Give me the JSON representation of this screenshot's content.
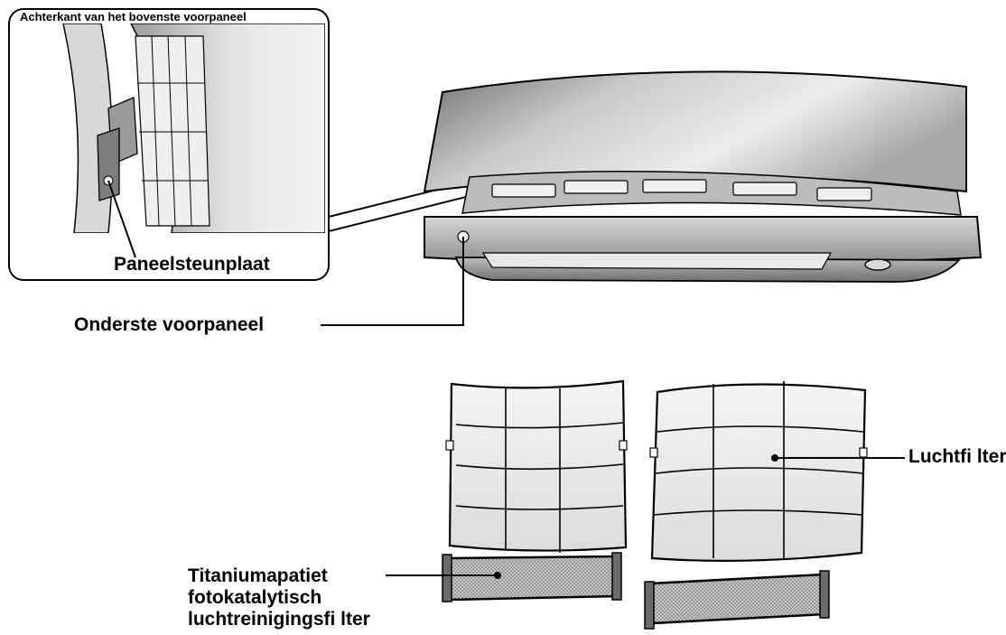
{
  "inset": {
    "title": "Achterkant van het bovenste voorpaneel",
    "part_label": "Paneelsteunplaat"
  },
  "labels": {
    "lower_front_panel": "Onderste voorpaneel",
    "air_filter": "Luchtfi lter",
    "photocatalytic_filter": {
      "line1": "Titaniumapatiet",
      "line2": "fotokatalytisch",
      "line3": "luchtreinigingsfi lter"
    }
  },
  "colors": {
    "outline": "#000000",
    "panel_light": "#e6e6e6",
    "panel_dark": "#8f8f8f",
    "mesh": "#9a9a9a"
  }
}
